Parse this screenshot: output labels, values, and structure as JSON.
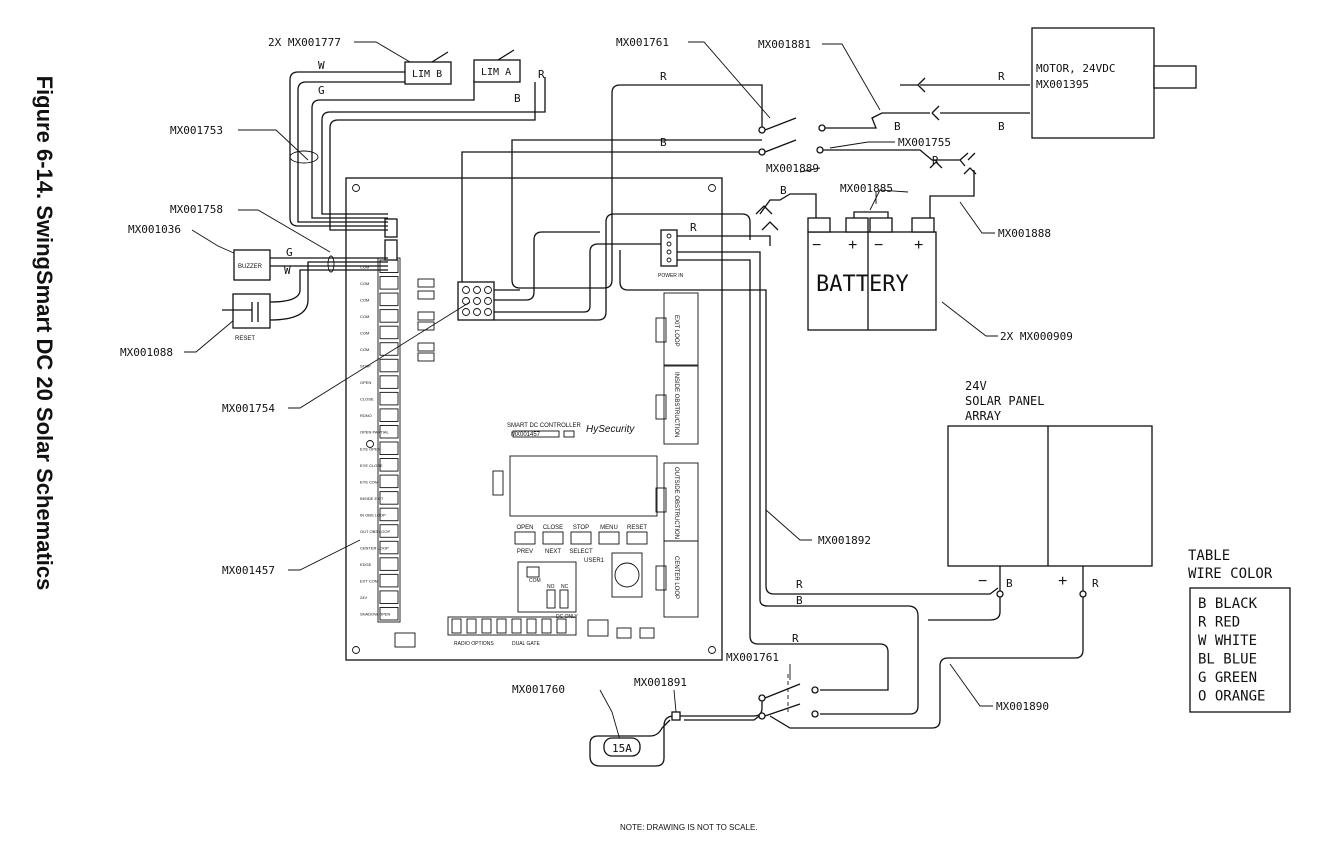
{
  "figure_title": "Figure 6-14.  SwingSmart DC 20 Solar Schematics",
  "note": "NOTE: DRAWING IS NOT TO SCALE.",
  "part_labels": {
    "lim_wire": "2X MX001777",
    "loop_cable": "MX001753",
    "reset_cable": "MX001758",
    "buzzer": "MX001036",
    "reset_switch": "MX001088",
    "harness": "MX001754",
    "controller": "MX001457",
    "motor_switch": "MX001761",
    "motor_cable": "MX001881",
    "motor_b_wire": "MX001755",
    "jumper_889": "MX001889",
    "battery_jumper": "MX001885",
    "battery_wire": "MX001888",
    "batteries": "2X MX000909",
    "wire_892": "MX001892",
    "power_switch": "MX001761",
    "fuse": "MX001760",
    "fuse_holder": "MX001891",
    "solar_wire": "MX001890"
  },
  "limits": {
    "lim_b": "LIM B",
    "lim_a": "LIM A"
  },
  "buzzer_label": "BUZZER",
  "reset_label": "RESET",
  "motor": {
    "line1": "MOTOR, 24VDC",
    "line2": "MX001395"
  },
  "battery": {
    "label": "BATTERY",
    "minus": "−",
    "plus": "+"
  },
  "solar": {
    "line1": "24V",
    "line2": "SOLAR PANEL",
    "line3": "ARRAY",
    "neg": "−",
    "pos": "+"
  },
  "fuse_rating": "15A",
  "power_in": "POWER IN",
  "controller_board": {
    "brand": "HySecurity",
    "title": "SMART DC CONTROLLER",
    "part": "MX001457",
    "buttons": [
      "OPEN",
      "CLOSE",
      "STOP",
      "MENU",
      "RESET"
    ],
    "button_sub": [
      "PREV",
      "NEXT",
      "SELECT"
    ],
    "user_label": "USER1",
    "com_label": "COM",
    "no_label": "NO",
    "nc_label": "NC",
    "loops": [
      "EXIT LOOP",
      "INSIDE OBSTRUCTION",
      "OUTSIDE OBSTRUCTION",
      "CENTER LOOP"
    ],
    "radio_options": "RADIO OPTIONS",
    "dual_gate": "DUAL GATE",
    "dc_only": "DC ONLY",
    "terminals": [
      "COM",
      "COM",
      "COM",
      "COM",
      "COM",
      "COM",
      "STOP",
      "OPEN",
      "CLOSE",
      "RDNO",
      "OPEN PARTIAL",
      "EYE OPEN",
      "EYE CLOSE",
      "EYE COM",
      "INSIDE EXIT",
      "IN OBS LOOP",
      "OUT OBS LOOP",
      "CENTER LOOP",
      "EDGE",
      "EXT COM",
      "24V",
      "SHADOW OPEN"
    ]
  },
  "wire_letters": {
    "w": "W",
    "g": "G",
    "r": "R",
    "b": "B"
  },
  "legend": {
    "title1": "TABLE",
    "title2": "WIRE COLOR",
    "items": [
      "B  BLACK",
      "R  RED",
      "W  WHITE",
      "BL  BLUE",
      "G  GREEN",
      "O  ORANGE"
    ]
  }
}
